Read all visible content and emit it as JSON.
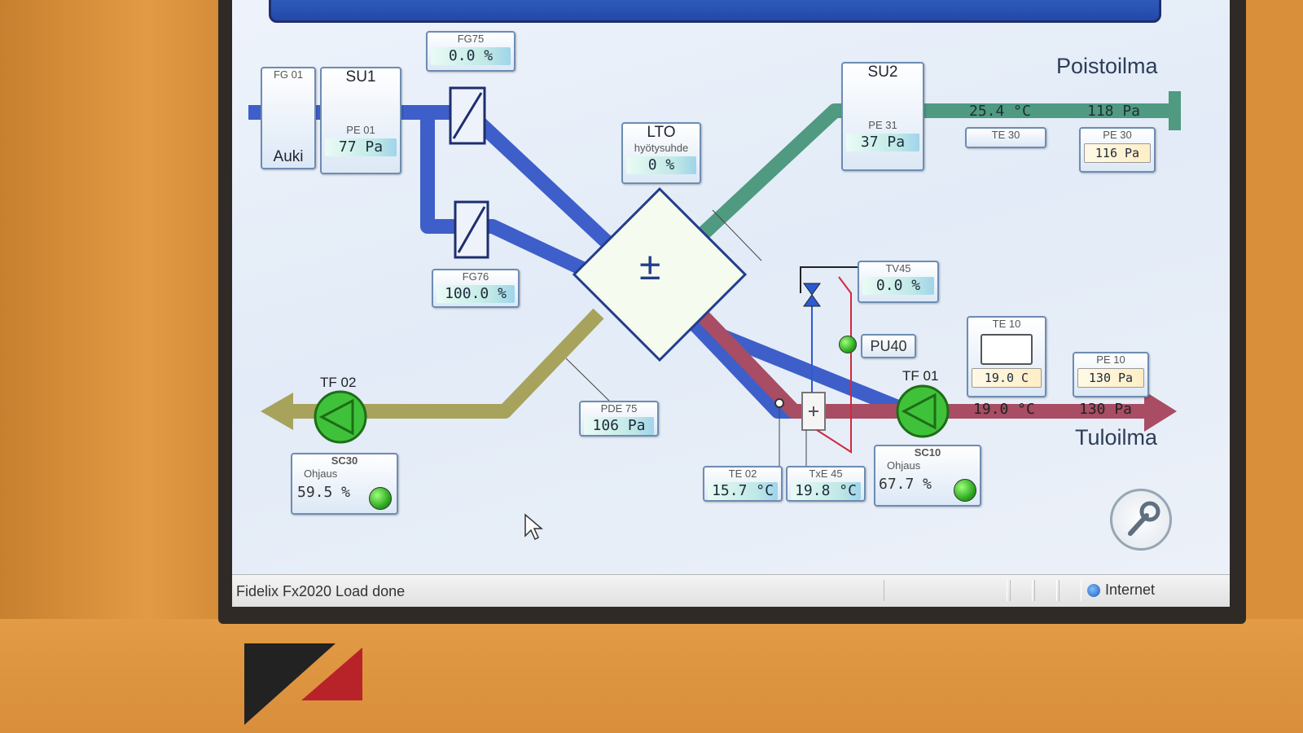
{
  "statusbar": {
    "message": "Fidelix Fx2020 Load done",
    "zone": "Internet"
  },
  "flows": {
    "exhaust": "Poistoilma",
    "supply": "Tuloilma"
  },
  "components": {
    "fg01": {
      "name": "FG 01",
      "value": "Auki"
    },
    "su1": {
      "name": "SU1",
      "sensor": "PE 01",
      "value": "77 Pa"
    },
    "fg75": {
      "name": "FG75",
      "value": "0.0 %"
    },
    "fg76": {
      "name": "FG76",
      "value": "100.0 %"
    },
    "lto": {
      "name": "LTO",
      "sub": "hyötysuhde",
      "value": "0 %",
      "symbol": "±"
    },
    "su2": {
      "name": "SU2",
      "sensor": "PE 31",
      "value": "37 Pa"
    },
    "exhaust_pipe": {
      "temp": "25.4 °C",
      "pressure": "118 Pa"
    },
    "te30": {
      "name": "TE 30"
    },
    "pe30": {
      "name": "PE 30",
      "value": "116 Pa"
    },
    "tv45": {
      "name": "TV45",
      "value": "0.0 %"
    },
    "pu40": {
      "name": "PU40"
    },
    "te10": {
      "name": "TE 10",
      "value": "19.0 C"
    },
    "pe10": {
      "name": "PE 10",
      "value": "130 Pa"
    },
    "supply_pipe": {
      "temp": "19.0 °C",
      "pressure": "130 Pa"
    },
    "tf02": {
      "name": "TF 02"
    },
    "tf01": {
      "name": "TF 01"
    },
    "sc30": {
      "name": "SC30",
      "sub": "Ohjaus",
      "value": "59.5 %"
    },
    "sc10": {
      "name": "SC10",
      "sub": "Ohjaus",
      "value": "67.7 %"
    },
    "pde75": {
      "name": "PDE 75",
      "value": "106 Pa"
    },
    "te02": {
      "name": "TE 02",
      "value": "15.7 °C"
    },
    "txe45": {
      "name": "TxE 45",
      "value": "19.8 °C"
    }
  },
  "colors": {
    "supply_in": "#3e5fc9",
    "exhaust_out": "#4f9a80",
    "waste": "#a7a35c",
    "supply_out": "#a84d63",
    "fan": "#3fc23a"
  }
}
